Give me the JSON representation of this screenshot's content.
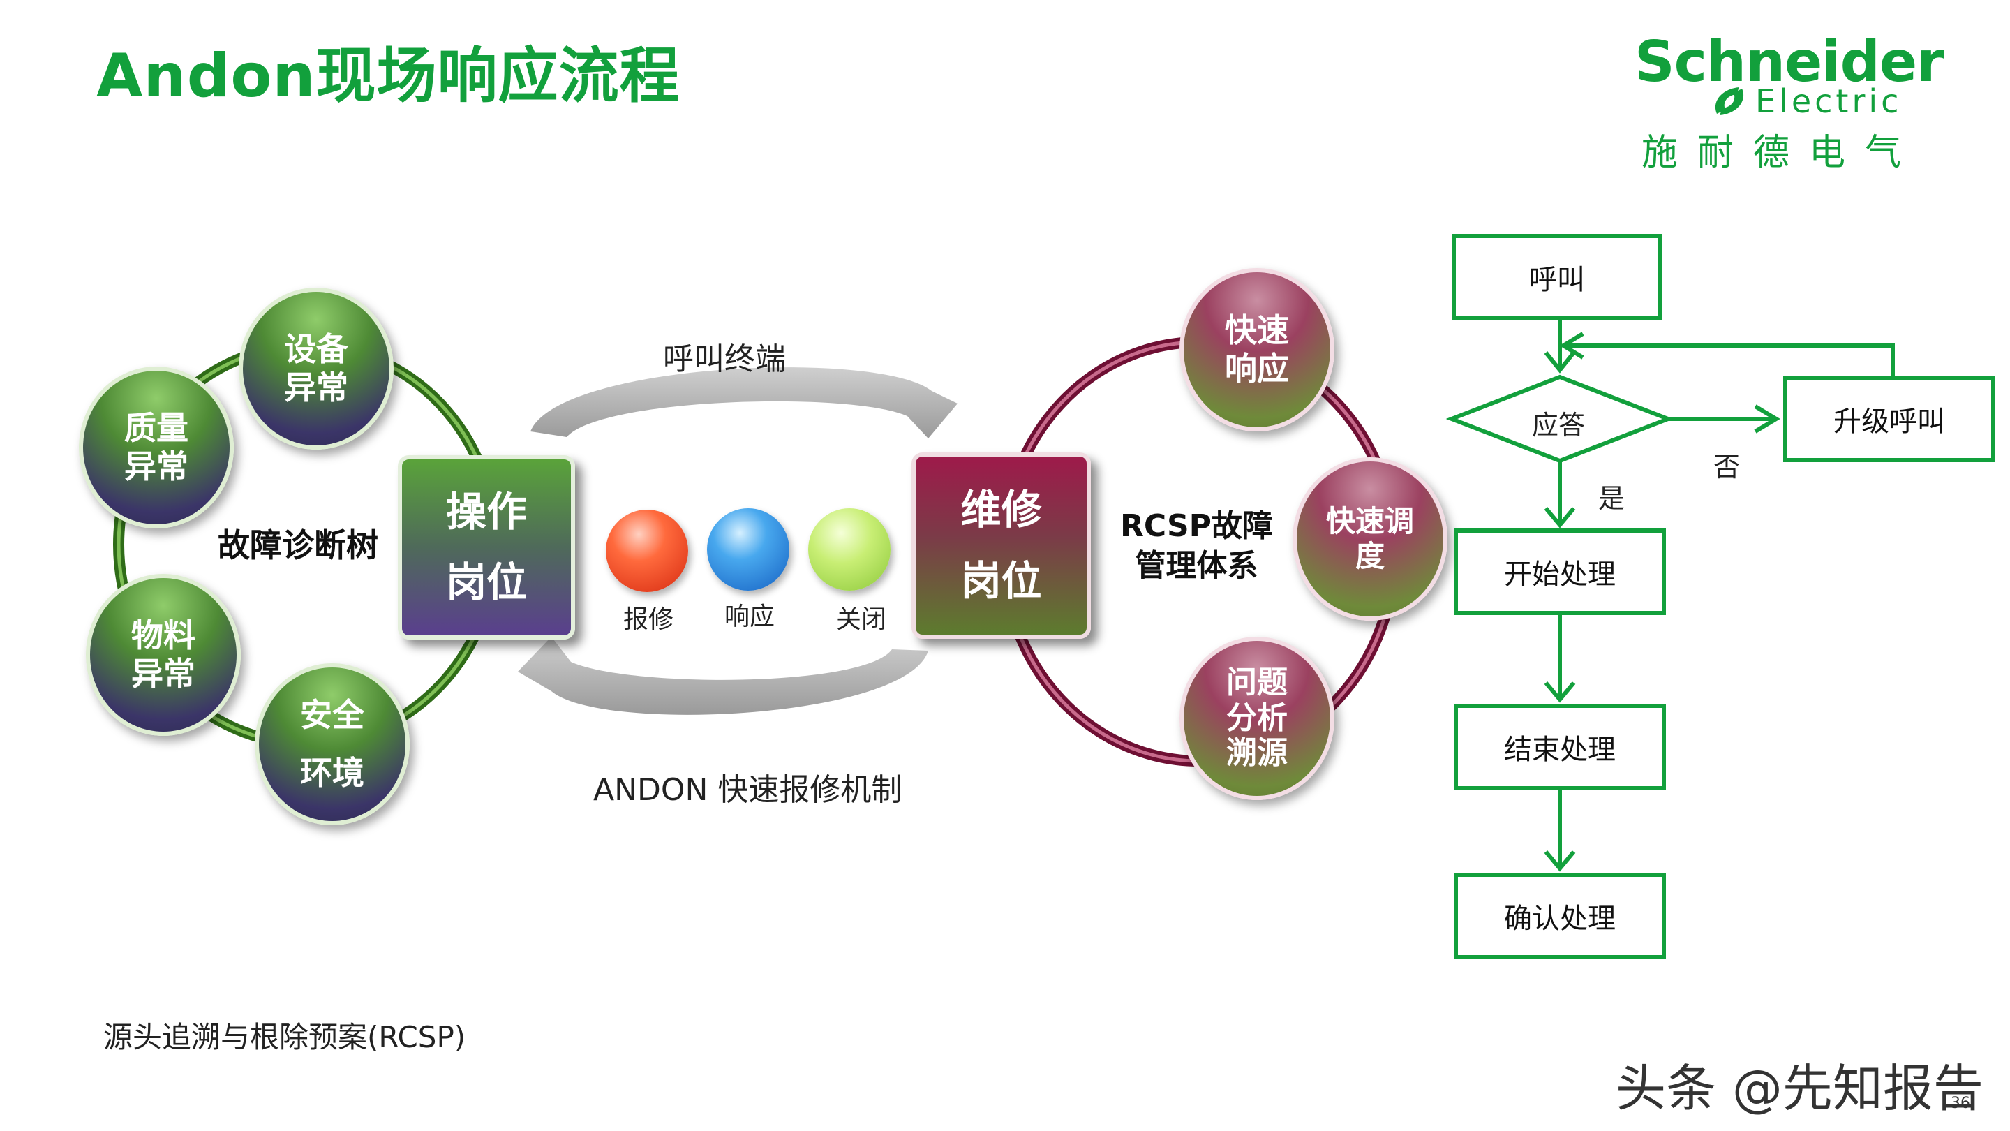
{
  "title": "Andon现场响应流程",
  "logo": {
    "name": "Schneider",
    "sub": "Electric",
    "cn": "施耐德电气"
  },
  "left_cycle": {
    "center_label": "故障诊断树",
    "nodes": [
      "设备\n异常",
      "质量\n异常",
      "物料\n异常",
      "安全\n环境"
    ],
    "hub": {
      "line1": "操作",
      "line2": "岗位"
    }
  },
  "middle": {
    "top_label": "呼叫终端",
    "bottom_label": "ANDON 快速报修机制",
    "buttons": [
      "报修",
      "响应",
      "关闭"
    ]
  },
  "right_cycle": {
    "hub": {
      "line1": "维修",
      "line2": "岗位"
    },
    "center_label": "RCSP故障\n管理体系",
    "nodes": [
      "快速\n响应",
      "快速调\n度",
      "问题\n分析\n溯源"
    ]
  },
  "flow": {
    "call": "呼叫",
    "answer": "应答",
    "escalate": "升级呼叫",
    "no": "否",
    "yes": "是",
    "start": "开始处理",
    "end": "结束处理",
    "confirm": "确认处理"
  },
  "footer": "源头追溯与根除预案(RCSP)",
  "watermark": "头条 @先知报告",
  "page_number": "36",
  "colors": {
    "brand_green": "#12a03c",
    "ring_green": "#3a7d20",
    "ring_maroon": "#7a1238"
  }
}
